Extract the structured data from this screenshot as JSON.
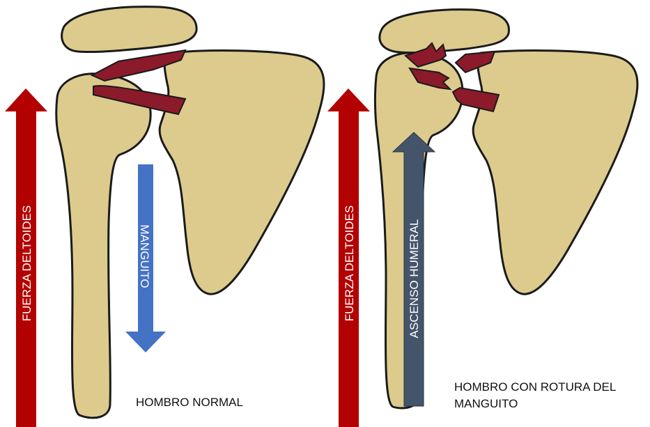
{
  "left_panel": {
    "arrow_deltoid_label": "FUERZA DELTOIDES",
    "arrow_cuff_label": "MANGUITO",
    "caption": "HOMBRO NORMAL"
  },
  "right_panel": {
    "arrow_deltoid_label": "FUERZA DELTOIDES",
    "arrow_ascent_label": "ASCENSO HUMERAL",
    "caption_line1": "HOMBRO CON ROTURA DEL",
    "caption_line2": "MANGUITO"
  },
  "colors": {
    "bone": "#dccb8c",
    "bone_outline": "#1a1a1a",
    "muscle": "#8b1a2b",
    "deltoid_arrow": "#b30000",
    "cuff_arrow": "#4472c4",
    "ascent_arrow": "#44546a"
  }
}
